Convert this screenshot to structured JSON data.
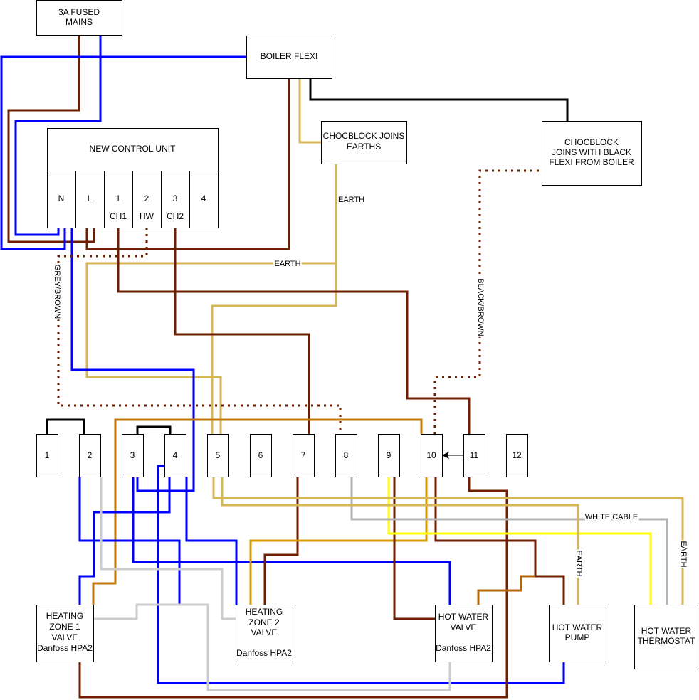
{
  "wire_colors": {
    "brown": "#6D1F00",
    "blue": "#0000FF",
    "earth": "#D6B656",
    "black": "#000000",
    "orange": "#C27A0A",
    "light_orange": "#D79B00",
    "brown_orange": "#B46504",
    "light_grey": "#CCCCCC",
    "white_cable": "#B3B3B3",
    "yellow": "#FFFF00"
  },
  "boxes": {
    "fused_mains": {
      "lines": [
        "3A FUSED",
        "MAINS"
      ]
    },
    "boiler_flexi": {
      "label": "BOILER FLEXI"
    },
    "control_unit": {
      "title": "NEW CONTROL UNIT",
      "terminals": [
        {
          "id": "N",
          "sub": ""
        },
        {
          "id": "L",
          "sub": ""
        },
        {
          "id": "1",
          "sub": "CH1"
        },
        {
          "id": "2",
          "sub": "HW"
        },
        {
          "id": "3",
          "sub": "CH2"
        },
        {
          "id": "4",
          "sub": ""
        }
      ]
    },
    "chocblock_earths": {
      "lines": [
        "CHOCBLOCK JOINS",
        "EARTHS"
      ]
    },
    "chocblock_black": {
      "lines": [
        "CHOCBLOCK",
        "JOINS WITH BLACK",
        "FLEXI FROM BOILER"
      ]
    },
    "terminal_strip": [
      "1",
      "2",
      "3",
      "4",
      "5",
      "6",
      "7",
      "8",
      "9",
      "10",
      "11",
      "12"
    ],
    "zone1_valve": {
      "lines": [
        "HEATING",
        "ZONE 1",
        "VALVE",
        "Danfoss HPA2"
      ]
    },
    "zone2_valve": {
      "lines": [
        "HEATING",
        "ZONE 2",
        "VALVE",
        "Danfoss HPA2"
      ]
    },
    "hw_valve": {
      "lines": [
        "HOT WATER",
        "VALVE",
        "Danfoss HPA2"
      ]
    },
    "hw_pump": {
      "lines": [
        "HOT WATER",
        "PUMP"
      ]
    },
    "hw_thermostat": {
      "lines": [
        "HOT WATER",
        "THERMOSTAT"
      ]
    }
  },
  "wire_labels": {
    "earth_chocblock": "EARTH",
    "earth_branch": "EARTH",
    "grey_brown": "GREY/BROWN",
    "black_brown": "BLACK/BROWN",
    "white_cable": "WHITE CABLE",
    "earth_pump": "EARTH",
    "earth_thermostat": "EARTH"
  }
}
